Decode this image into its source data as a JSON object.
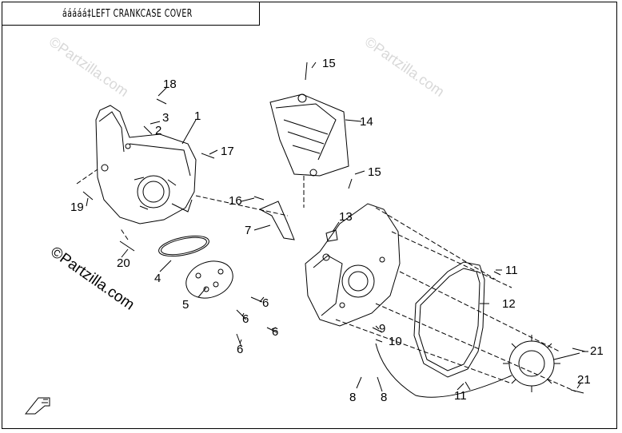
{
  "title": "ááááá‡LEFT CRANKCASE COVER",
  "watermark": "©Partzilla.com",
  "labels": [
    "1",
    "2",
    "3",
    "4",
    "5",
    "6",
    "6",
    "6",
    "6",
    "7",
    "8",
    "8",
    "9",
    "10",
    "11",
    "11",
    "12",
    "13",
    "14",
    "15",
    "15",
    "16",
    "17",
    "18",
    "19",
    "20",
    "21",
    "21"
  ]
}
